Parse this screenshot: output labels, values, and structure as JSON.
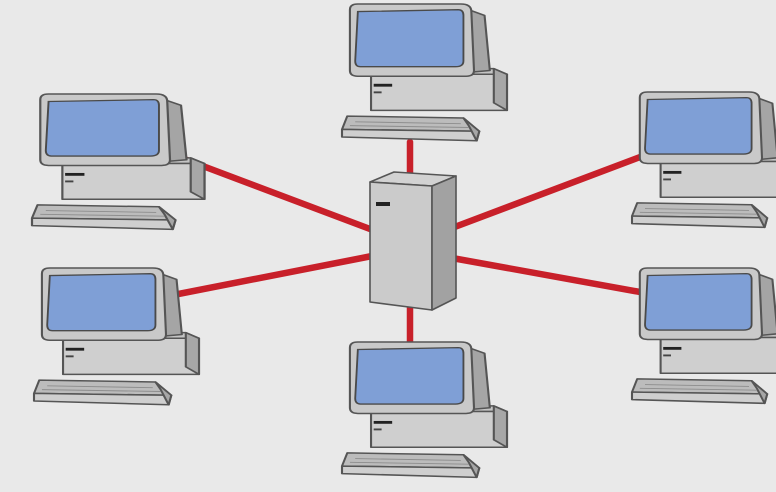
{
  "diagram": {
    "type": "star-network-topology",
    "hub": {
      "kind": "server-tower",
      "icon": "server-icon"
    },
    "nodes": [
      {
        "id": "pc-top",
        "icon": "computer-icon"
      },
      {
        "id": "pc-upper-left",
        "icon": "computer-icon"
      },
      {
        "id": "pc-upper-right",
        "icon": "computer-icon"
      },
      {
        "id": "pc-lower-left",
        "icon": "computer-icon"
      },
      {
        "id": "pc-lower-right",
        "icon": "computer-icon"
      },
      {
        "id": "pc-bottom",
        "icon": "computer-icon"
      }
    ],
    "links": [
      {
        "from": "server",
        "to": "pc-top"
      },
      {
        "from": "server",
        "to": "pc-upper-left"
      },
      {
        "from": "server",
        "to": "pc-upper-right"
      },
      {
        "from": "server",
        "to": "pc-lower-left"
      },
      {
        "from": "server",
        "to": "pc-lower-right"
      },
      {
        "from": "server",
        "to": "pc-bottom"
      }
    ],
    "colors": {
      "background": "#e9e9e9",
      "cable": "#c8202a",
      "monitor_body": "#c9c9c9",
      "monitor_side": "#a9a9a9",
      "screen": "#7f9fd6",
      "outline": "#555555"
    }
  }
}
